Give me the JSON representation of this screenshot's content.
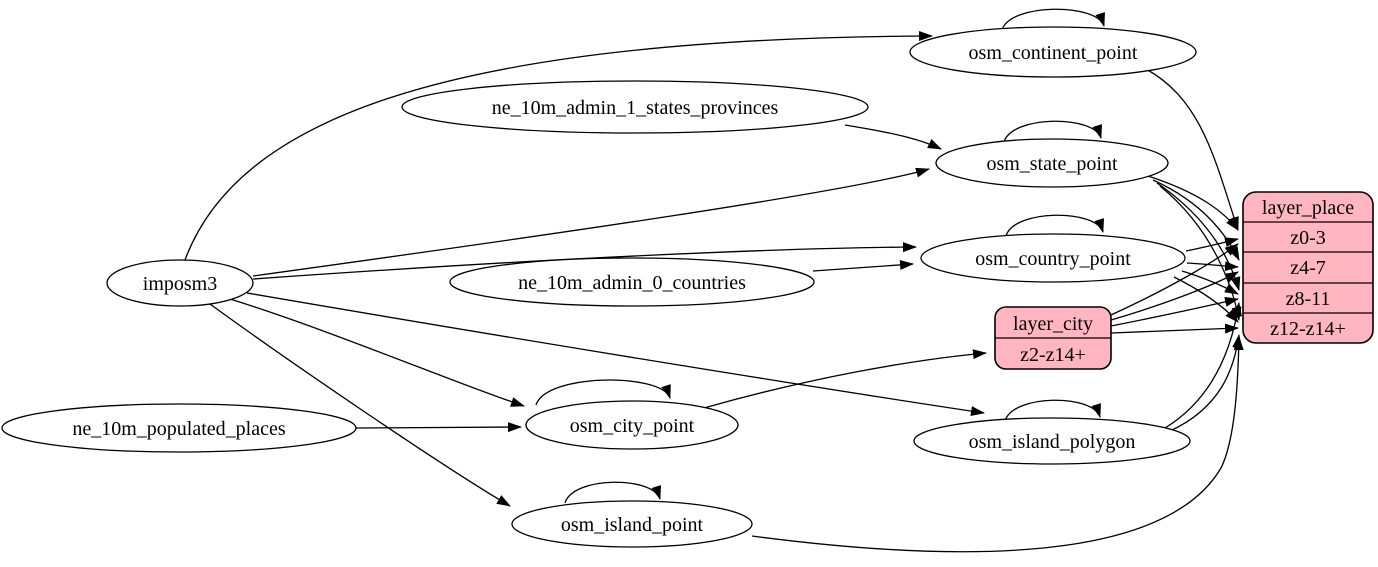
{
  "diagram": {
    "kind": "graphviz-etl-dependency-graph",
    "background_color": "#ffffff",
    "table_node_fill": "#ffffff",
    "layer_node_fill": "#ffb6c1",
    "border_color": "#000000",
    "edge_color": "#000000",
    "text_color": "#000000"
  },
  "nodes": {
    "imposm3": {
      "label": "imposm3",
      "shape": "ellipse"
    },
    "ne_10m_admin_1_states_provinces": {
      "label": "ne_10m_admin_1_states_provinces",
      "shape": "ellipse"
    },
    "ne_10m_admin_0_countries": {
      "label": "ne_10m_admin_0_countries",
      "shape": "ellipse"
    },
    "ne_10m_populated_places": {
      "label": "ne_10m_populated_places",
      "shape": "ellipse"
    },
    "osm_continent_point": {
      "label": "osm_continent_point",
      "shape": "ellipse"
    },
    "osm_state_point": {
      "label": "osm_state_point",
      "shape": "ellipse"
    },
    "osm_country_point": {
      "label": "osm_country_point",
      "shape": "ellipse"
    },
    "osm_city_point": {
      "label": "osm_city_point",
      "shape": "ellipse"
    },
    "osm_island_polygon": {
      "label": "osm_island_polygon",
      "shape": "ellipse"
    },
    "osm_island_point": {
      "label": "osm_island_point",
      "shape": "ellipse"
    },
    "layer_city": {
      "title": "layer_city",
      "rows": [
        "z2-z14+"
      ],
      "shape": "record"
    },
    "layer_place": {
      "title": "layer_place",
      "rows": [
        "z0-3",
        "z4-7",
        "z8-11",
        "z12-z14+"
      ],
      "shape": "record"
    }
  },
  "edges": [
    {
      "from": "imposm3",
      "to": "osm_continent_point"
    },
    {
      "from": "imposm3",
      "to": "osm_state_point"
    },
    {
      "from": "imposm3",
      "to": "osm_country_point"
    },
    {
      "from": "imposm3",
      "to": "osm_city_point"
    },
    {
      "from": "imposm3",
      "to": "osm_island_polygon"
    },
    {
      "from": "imposm3",
      "to": "osm_island_point"
    },
    {
      "from": "ne_10m_admin_1_states_provinces",
      "to": "osm_state_point"
    },
    {
      "from": "ne_10m_admin_0_countries",
      "to": "osm_country_point"
    },
    {
      "from": "ne_10m_populated_places",
      "to": "osm_city_point"
    },
    {
      "from": "osm_continent_point",
      "to": "osm_continent_point"
    },
    {
      "from": "osm_state_point",
      "to": "osm_state_point"
    },
    {
      "from": "osm_country_point",
      "to": "osm_country_point"
    },
    {
      "from": "osm_city_point",
      "to": "osm_city_point"
    },
    {
      "from": "osm_island_polygon",
      "to": "osm_island_polygon"
    },
    {
      "from": "osm_island_point",
      "to": "osm_island_point"
    },
    {
      "from": "osm_city_point",
      "to": "layer_city:z2-z14+"
    },
    {
      "from": "osm_continent_point",
      "to": "layer_place:z0-3"
    },
    {
      "from": "osm_state_point",
      "to": "layer_place:z0-3"
    },
    {
      "from": "osm_state_point",
      "to": "layer_place:z4-7"
    },
    {
      "from": "osm_state_point",
      "to": "layer_place:z8-11"
    },
    {
      "from": "osm_state_point",
      "to": "layer_place:z12-z14+"
    },
    {
      "from": "osm_country_point",
      "to": "layer_place:z0-3"
    },
    {
      "from": "osm_country_point",
      "to": "layer_place:z4-7"
    },
    {
      "from": "osm_country_point",
      "to": "layer_place:z8-11"
    },
    {
      "from": "osm_country_point",
      "to": "layer_place:z12-z14+"
    },
    {
      "from": "layer_city",
      "to": "layer_place:z0-3"
    },
    {
      "from": "layer_city",
      "to": "layer_place:z4-7"
    },
    {
      "from": "layer_city",
      "to": "layer_place:z8-11"
    },
    {
      "from": "layer_city",
      "to": "layer_place:z12-z14+"
    },
    {
      "from": "osm_island_polygon",
      "to": "layer_place:z8-11"
    },
    {
      "from": "osm_island_polygon",
      "to": "layer_place:z12-z14+"
    },
    {
      "from": "osm_island_point",
      "to": "layer_place:z12-z14+"
    }
  ]
}
